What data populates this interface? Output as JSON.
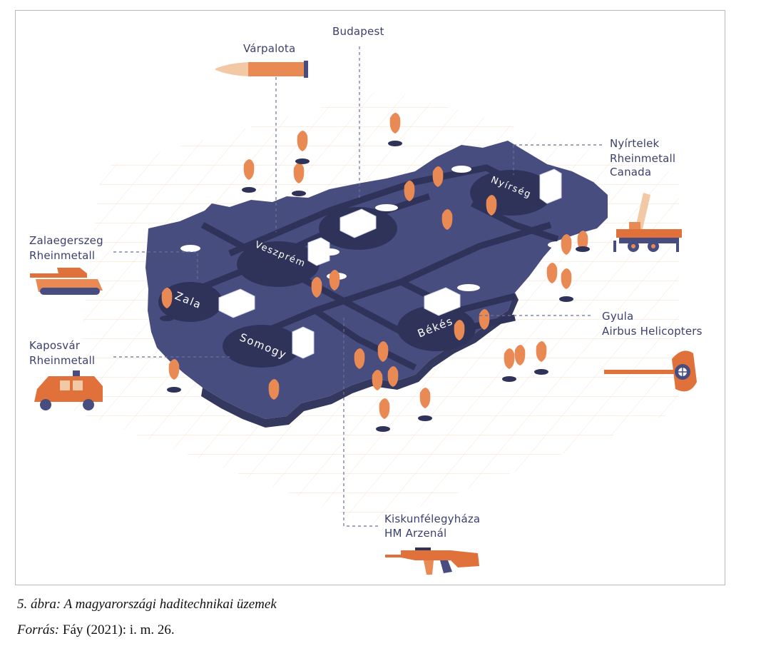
{
  "sites": {
    "varpalota": {
      "line1": "Várpalota"
    },
    "budapest": {
      "line1": "Budapest"
    },
    "nyirtelek": {
      "line1": "Nyírtelek",
      "line2": "Rheinmetall",
      "line3": "Canada"
    },
    "zalaegerszeg": {
      "line1": "Zalaegerszeg",
      "line2": "Rheinmetall"
    },
    "kaposvar": {
      "line1": "Kaposvár",
      "line2": "Rheinmetall"
    },
    "gyula": {
      "line1": "Gyula",
      "line2": "Airbus Helicopters"
    },
    "kiskunfelegyhaza": {
      "line1": "Kiskunfélegyháza",
      "line2": "HM Arzenál"
    }
  },
  "regions": {
    "veszprem": "Veszprém",
    "zala": "Zala",
    "somogy": "Somogy",
    "bekes": "Békés",
    "nyirseg": "Nyírség"
  },
  "caption": {
    "figure": "5. ábra: A magyarországi haditechnikai üzemek",
    "source_label": "Forrás:",
    "source_text": " Fáy (2021): i. m. 26."
  },
  "colors": {
    "map": "#484d80",
    "map_dark": "#34385f",
    "accent": "#e0713b",
    "tree": "#e98a55",
    "label": "#3b3f6e"
  }
}
